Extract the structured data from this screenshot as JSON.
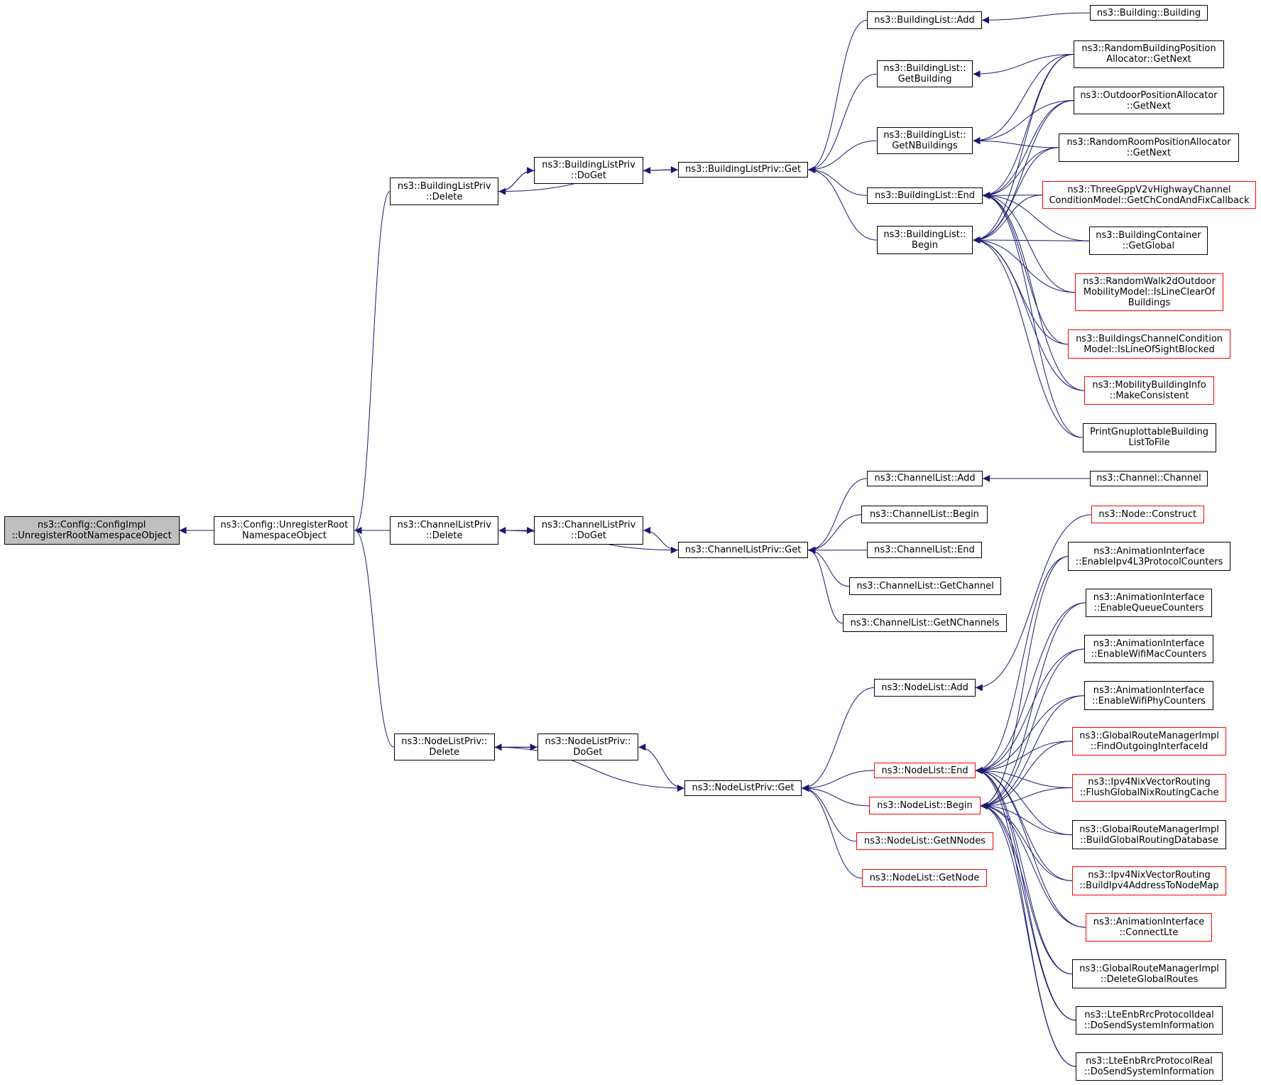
{
  "colors": {
    "edge": "#191970",
    "border_black": "#000000",
    "border_red": "#ff0000",
    "root_fill": "#bfbfbf"
  },
  "nodes": {
    "root": {
      "label": "ns3::Config::ConfigImpl\n::UnregisterRootNamespaceObject",
      "border": "black"
    },
    "unreg": {
      "label": "ns3::Config::UnregisterRoot\nNamespaceObject",
      "border": "black"
    },
    "blp_delete": {
      "label": "ns3::BuildingListPriv\n::Delete",
      "border": "black"
    },
    "clp_delete": {
      "label": "ns3::ChannelListPriv\n::Delete",
      "border": "black"
    },
    "nlp_delete": {
      "label": "ns3::NodeListPriv::\nDelete",
      "border": "black"
    },
    "blp_doget": {
      "label": "ns3::BuildingListPriv\n::DoGet",
      "border": "black"
    },
    "clp_doget": {
      "label": "ns3::ChannelListPriv\n::DoGet",
      "border": "black"
    },
    "nlp_doget": {
      "label": "ns3::NodeListPriv::\nDoGet",
      "border": "black"
    },
    "blp_get": {
      "label": "ns3::BuildingListPriv::Get",
      "border": "black"
    },
    "clp_get": {
      "label": "ns3::ChannelListPriv::Get",
      "border": "black"
    },
    "nlp_get": {
      "label": "ns3::NodeListPriv::Get",
      "border": "black"
    },
    "bl_add": {
      "label": "ns3::BuildingList::Add",
      "border": "black"
    },
    "bl_getbuilding": {
      "label": "ns3::BuildingList::\nGetBuilding",
      "border": "black"
    },
    "bl_getn": {
      "label": "ns3::BuildingList::\nGetNBuildings",
      "border": "black"
    },
    "bl_end": {
      "label": "ns3::BuildingList::End",
      "border": "black"
    },
    "bl_begin": {
      "label": "ns3::BuildingList::\nBegin",
      "border": "black"
    },
    "building": {
      "label": "ns3::Building::Building",
      "border": "black"
    },
    "rbpa": {
      "label": "ns3::RandomBuildingPosition\nAllocator::GetNext",
      "border": "black"
    },
    "opa": {
      "label": "ns3::OutdoorPositionAllocator\n::GetNext",
      "border": "black"
    },
    "rrpa": {
      "label": "ns3::RandomRoomPositionAllocator\n::GetNext",
      "border": "black"
    },
    "threegpp": {
      "label": "ns3::ThreeGppV2vHighwayChannel\nConditionModel::GetChCondAndFixCallback",
      "border": "red"
    },
    "bcont": {
      "label": "ns3::BuildingContainer\n::GetGlobal",
      "border": "black"
    },
    "rw2d": {
      "label": "ns3::RandomWalk2dOutdoor\nMobilityModel::IsLineClearOf\nBuildings",
      "border": "red"
    },
    "bccm": {
      "label": "ns3::BuildingsChannelCondition\nModel::IsLineOfSightBlocked",
      "border": "red"
    },
    "mbi": {
      "label": "ns3::MobilityBuildingInfo\n::MakeConsistent",
      "border": "red"
    },
    "pgbl": {
      "label": "PrintGnuplottableBuilding\nListToFile",
      "border": "black"
    },
    "cl_add": {
      "label": "ns3::ChannelList::Add",
      "border": "black"
    },
    "channel": {
      "label": "ns3::Channel::Channel",
      "border": "black"
    },
    "cl_begin": {
      "label": "ns3::ChannelList::Begin",
      "border": "black"
    },
    "cl_end": {
      "label": "ns3::ChannelList::End",
      "border": "black"
    },
    "cl_getchannel": {
      "label": "ns3::ChannelList::GetChannel",
      "border": "black"
    },
    "cl_getn": {
      "label": "ns3::ChannelList::GetNChannels",
      "border": "black"
    },
    "nl_add": {
      "label": "ns3::NodeList::Add",
      "border": "black"
    },
    "nl_end": {
      "label": "ns3::NodeList::End",
      "border": "red"
    },
    "nl_begin": {
      "label": "ns3::NodeList::Begin",
      "border": "red"
    },
    "nl_getn": {
      "label": "ns3::NodeList::GetNNodes",
      "border": "red"
    },
    "nl_getnode": {
      "label": "ns3::NodeList::GetNode",
      "border": "red"
    },
    "node_construct": {
      "label": "ns3::Node::Construct",
      "border": "red"
    },
    "ai_ipv4l3": {
      "label": "ns3::AnimationInterface\n::EnableIpv4L3ProtocolCounters",
      "border": "black"
    },
    "ai_queue": {
      "label": "ns3::AnimationInterface\n::EnableQueueCounters",
      "border": "black"
    },
    "ai_wifimac": {
      "label": "ns3::AnimationInterface\n::EnableWifiMacCounters",
      "border": "black"
    },
    "ai_wifiphy": {
      "label": "ns3::AnimationInterface\n::EnableWifiPhyCounters",
      "border": "black"
    },
    "grmi_find": {
      "label": "ns3::GlobalRouteManagerImpl\n::FindOutgoingInterfaceId",
      "border": "red"
    },
    "nix_flush": {
      "label": "ns3::Ipv4NixVectorRouting\n::FlushGlobalNixRoutingCache",
      "border": "red"
    },
    "grmi_build": {
      "label": "ns3::GlobalRouteManagerImpl\n::BuildGlobalRoutingDatabase",
      "border": "black"
    },
    "nix_build": {
      "label": "ns3::Ipv4NixVectorRouting\n::BuildIpv4AddressToNodeMap",
      "border": "red"
    },
    "ai_lte": {
      "label": "ns3::AnimationInterface\n::ConnectLte",
      "border": "red"
    },
    "grmi_delete": {
      "label": "ns3::GlobalRouteManagerImpl\n::DeleteGlobalRoutes",
      "border": "black"
    },
    "lte_ideal": {
      "label": "ns3::LteEnbRrcProtocolIdeal\n::DoSendSystemInformation",
      "border": "black"
    },
    "lte_real": {
      "label": "ns3::LteEnbRrcProtocolReal\n::DoSendSystemInformation",
      "border": "black"
    }
  },
  "edges": [
    [
      "unreg",
      "root"
    ],
    [
      "blp_delete",
      "unreg"
    ],
    [
      "clp_delete",
      "unreg"
    ],
    [
      "nlp_delete",
      "unreg"
    ],
    [
      "blp_doget",
      "blp_delete"
    ],
    [
      "blp_delete",
      "blp_doget"
    ],
    [
      "blp_get",
      "blp_doget"
    ],
    [
      "blp_delete",
      "blp_get"
    ],
    [
      "clp_doget",
      "clp_delete"
    ],
    [
      "clp_delete",
      "clp_doget"
    ],
    [
      "clp_get",
      "clp_doget"
    ],
    [
      "clp_delete",
      "clp_get"
    ],
    [
      "nlp_doget",
      "nlp_delete"
    ],
    [
      "nlp_delete",
      "nlp_doget"
    ],
    [
      "nlp_get",
      "nlp_doget"
    ],
    [
      "nlp_delete",
      "nlp_get"
    ],
    [
      "bl_add",
      "blp_get"
    ],
    [
      "bl_getbuilding",
      "blp_get"
    ],
    [
      "bl_getn",
      "blp_get"
    ],
    [
      "bl_end",
      "blp_get"
    ],
    [
      "bl_begin",
      "blp_get"
    ],
    [
      "building",
      "bl_add"
    ],
    [
      "rbpa",
      "bl_getbuilding"
    ],
    [
      "rbpa",
      "bl_getn"
    ],
    [
      "opa",
      "bl_getn"
    ],
    [
      "rrpa",
      "bl_getn"
    ],
    [
      "rbpa",
      "bl_end"
    ],
    [
      "opa",
      "bl_end"
    ],
    [
      "rrpa",
      "bl_end"
    ],
    [
      "threegpp",
      "bl_end"
    ],
    [
      "bcont",
      "bl_end"
    ],
    [
      "rw2d",
      "bl_end"
    ],
    [
      "bccm",
      "bl_end"
    ],
    [
      "mbi",
      "bl_end"
    ],
    [
      "pgbl",
      "bl_end"
    ],
    [
      "rbpa",
      "bl_begin"
    ],
    [
      "opa",
      "bl_begin"
    ],
    [
      "rrpa",
      "bl_begin"
    ],
    [
      "threegpp",
      "bl_begin"
    ],
    [
      "bcont",
      "bl_begin"
    ],
    [
      "rw2d",
      "bl_begin"
    ],
    [
      "bccm",
      "bl_begin"
    ],
    [
      "mbi",
      "bl_begin"
    ],
    [
      "pgbl",
      "bl_begin"
    ],
    [
      "cl_add",
      "clp_get"
    ],
    [
      "cl_begin",
      "clp_get"
    ],
    [
      "cl_end",
      "clp_get"
    ],
    [
      "cl_getchannel",
      "clp_get"
    ],
    [
      "cl_getn",
      "clp_get"
    ],
    [
      "channel",
      "cl_add"
    ],
    [
      "nl_add",
      "nlp_get"
    ],
    [
      "nl_end",
      "nlp_get"
    ],
    [
      "nl_begin",
      "nlp_get"
    ],
    [
      "nl_getn",
      "nlp_get"
    ],
    [
      "nl_getnode",
      "nlp_get"
    ],
    [
      "node_construct",
      "nl_add"
    ],
    [
      "ai_ipv4l3",
      "nl_end"
    ],
    [
      "ai_queue",
      "nl_end"
    ],
    [
      "ai_wifimac",
      "nl_end"
    ],
    [
      "ai_wifiphy",
      "nl_end"
    ],
    [
      "grmi_find",
      "nl_end"
    ],
    [
      "nix_flush",
      "nl_end"
    ],
    [
      "grmi_build",
      "nl_end"
    ],
    [
      "nix_build",
      "nl_end"
    ],
    [
      "ai_lte",
      "nl_end"
    ],
    [
      "grmi_delete",
      "nl_end"
    ],
    [
      "lte_ideal",
      "nl_end"
    ],
    [
      "lte_real",
      "nl_end"
    ],
    [
      "ai_ipv4l3",
      "nl_begin"
    ],
    [
      "ai_queue",
      "nl_begin"
    ],
    [
      "ai_wifimac",
      "nl_begin"
    ],
    [
      "ai_wifiphy",
      "nl_begin"
    ],
    [
      "grmi_find",
      "nl_begin"
    ],
    [
      "nix_flush",
      "nl_begin"
    ],
    [
      "grmi_build",
      "nl_begin"
    ],
    [
      "nix_build",
      "nl_begin"
    ],
    [
      "ai_lte",
      "nl_begin"
    ],
    [
      "grmi_delete",
      "nl_begin"
    ],
    [
      "lte_ideal",
      "nl_begin"
    ],
    [
      "lte_real",
      "nl_begin"
    ]
  ]
}
